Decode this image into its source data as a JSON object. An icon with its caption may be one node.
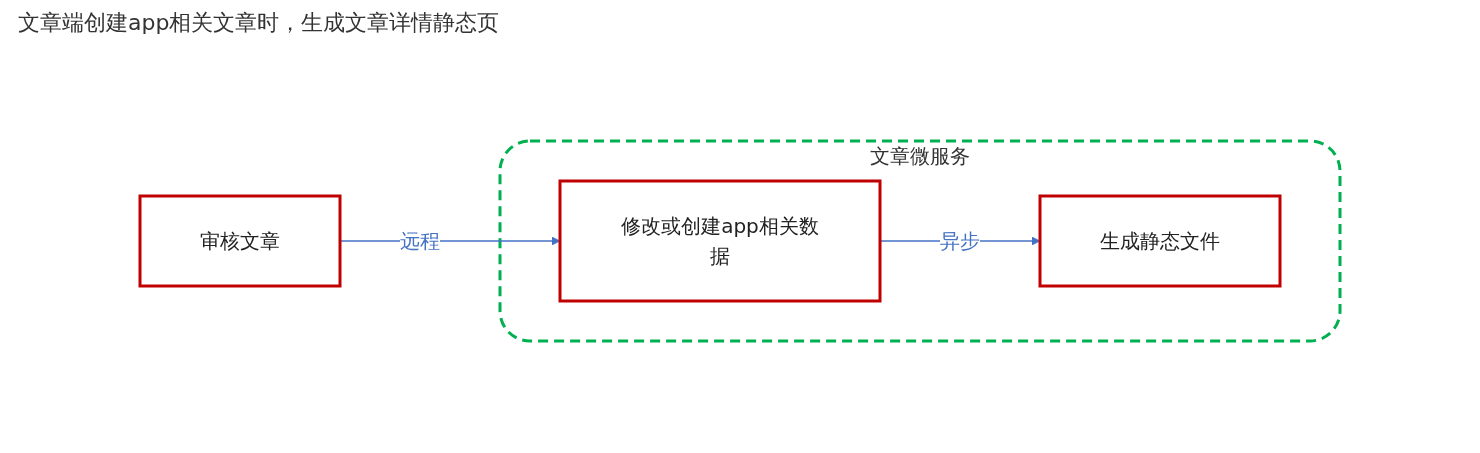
{
  "diagram": {
    "title": "文章端创建app相关文章时，生成文章详情静态页",
    "nodes": [
      {
        "text": [
          "审核文章"
        ]
      },
      {
        "text": [
          "文章微服务"
        ]
      },
      {
        "text": [
          "修改或创建app相关数据"
        ],
        "in": 1
      },
      {
        "text": [
          "生成静态文件"
        ],
        "in": 1
      }
    ],
    "edges": [
      {
        "from": 0,
        "to": 2,
        "label": "远程",
        "arrow": "to"
      },
      {
        "from": 2,
        "to": 3,
        "label": "异步",
        "arrow": "to"
      }
    ]
  }
}
